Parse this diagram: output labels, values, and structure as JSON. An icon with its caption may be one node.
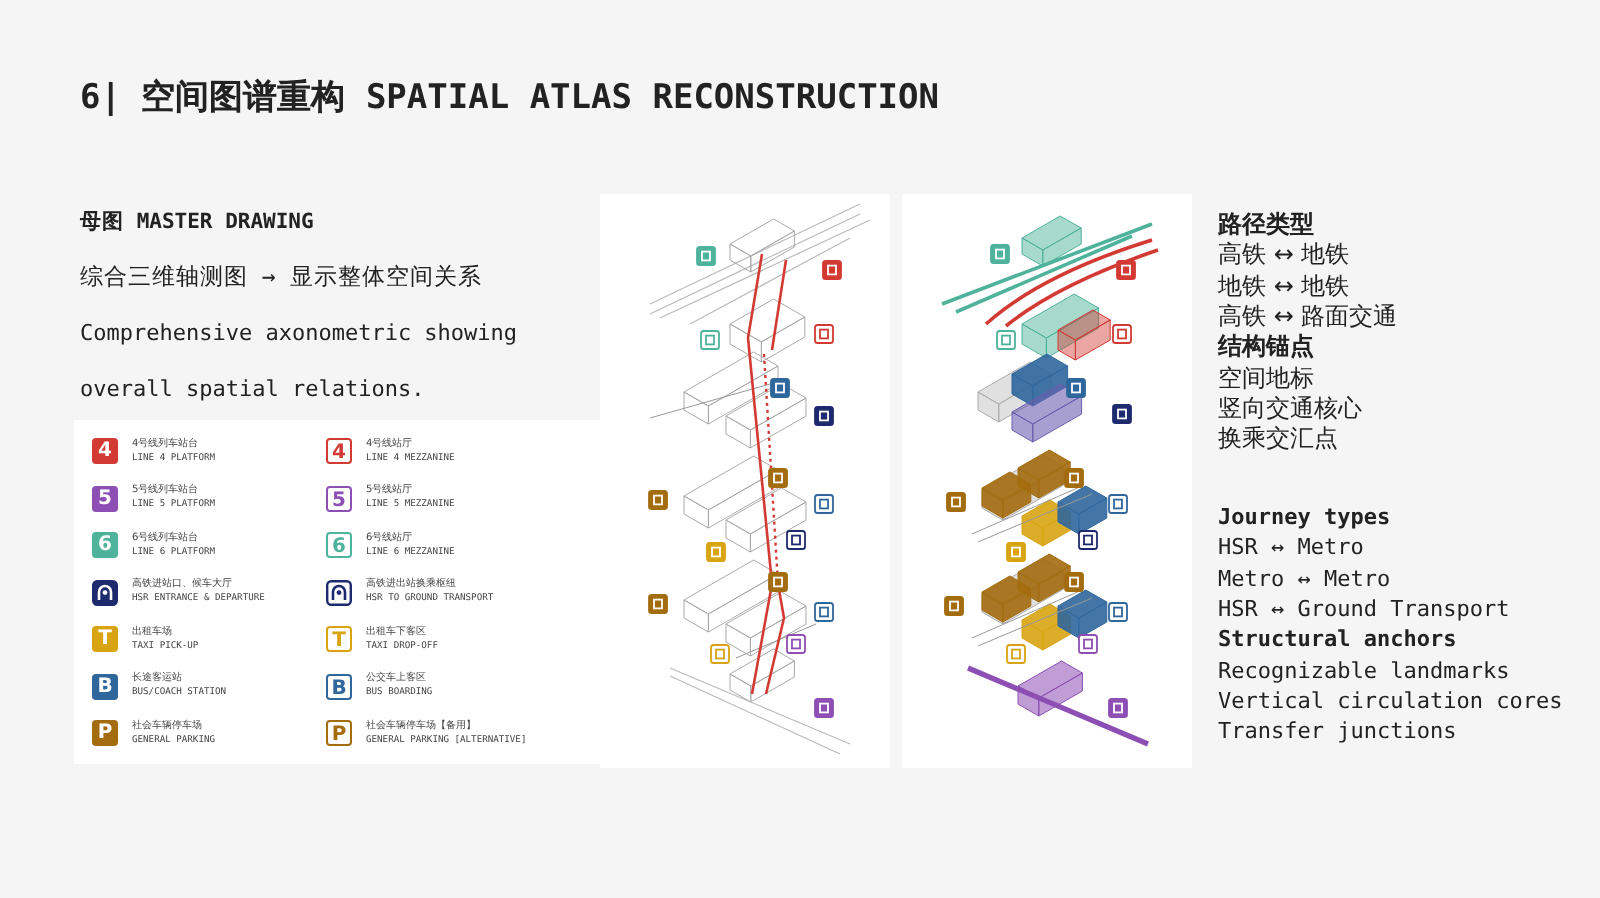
{
  "diagram": {
    "title": "6| 空间图谱重构 SPATIAL ATLAS RECONSTRUCTION",
    "labels": [
      "母图 MASTER DRAWING",
      "综合三维轴测图 → 显示整体空间关系",
      "Comprehensive axonometric showing overall spatial relations.",
      "4",
      "4",
      "5",
      "5",
      "6",
      "6",
      "T",
      "T",
      "B",
      "B",
      "P",
      "P",
      "路径类型",
      "高铁 ↔ 地铁",
      "地铁 ↔ 地铁",
      "高铁 ↔ 路面交通",
      "结构锚点",
      "空间地标",
      "竖向交通核心",
      "换乘交汇点",
      "Journey types",
      "HSR ↔ Metro",
      "Metro ↔ Metro",
      "HSR ↔ Ground Transport",
      "Structural anchors",
      "Recognizable landmarks",
      "Vertical circulation cores",
      "Transfer junctions"
    ],
    "legend": [
      {
        "text": "4号线列车站台 LINE 4 PLATFORM"
      },
      {
        "text": "4号线站厅 LINE 4 MEZZANINE"
      },
      {
        "text": "5号线列车站台 LINE 5 PLATFORM"
      },
      {
        "text": "5号线站厅 LINE 5 MEZZANINE"
      },
      {
        "text": "6号线列车站台 LINE 6 PLATFORM"
      },
      {
        "text": "6号线站厅 LINE 6 MEZZANINE"
      },
      {
        "text": "高铁进站口、候车大厅 HSR ENTRANCE & DEPARTURE"
      },
      {
        "text": "高铁进出站换乘枢纽 HSR TO GROUND TRANSPORT"
      },
      {
        "text": "出租车场 TAXI PICK-UP"
      },
      {
        "text": "出租车下客区 TAXI DROP-OFF"
      },
      {
        "text": "长途客运站 BUS/COACH STATION"
      },
      {
        "text": "公交车上客区 BUS BOARDING"
      },
      {
        "text": "社会车辆停车场 GENERAL PARKING"
      },
      {
        "text": "社会车辆停车场【备用】 GENERAL PARKING [ALTERNATIVE]"
      }
    ]
  }
}
